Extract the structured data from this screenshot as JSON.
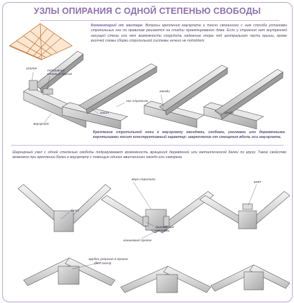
{
  "title": "УЗЛЫ ОПИРАНИЯ С ОДНОЙ СТЕПЕНЬЮ СВОБОДЫ",
  "comment": {
    "lead": "Комментарий от мастера:",
    "text": "Вопросы крепления мауэрлата и тесно связанного с ним способа установки стропильных ног по правилам решаются на стадии проектирования дома. Если у строения нет внутренней несущей стены или нет возможности соорудить надежные опоры под центральную часть крыши, кроме висячей схемы сборки стропильной системы ничего не подойдет."
  },
  "caption": "Крепление стропильной ноги к мауэрлату гвоздями, скобами, уголками или деревянными коротышами носит конструктивный характер: закрепление от смещения вдоль оси мауэрлата.",
  "note": "Шарнирный узел с одной степенью свободы подразумевает возможность вращения деревянной или металлической балки по кругу. Такое свойство возможно при креплении балки к мауэрлату с помощью одного ввинченного гвоздя или самореза.",
  "labels": {
    "ugolok": "уголок",
    "podshivnoy": "подшивной",
    "opornyy_brusok": "опорный брусок",
    "mauerlat1": "мауэрлат",
    "zapil": "запил",
    "niz_stropila": "низ стропила",
    "gvozdi": "гвозди",
    "skoba": "скоба",
    "verh_stropila": "верх стропила",
    "mzp": "МЗП",
    "bolt": "болт",
    "derevyannye": "деревянные",
    "nakladki": "накладки",
    "konkovy": "коньковый прогон",
    "vrubki": "врубки упорные в прогон",
    "bez_skosa": "(без скоса)"
  }
}
